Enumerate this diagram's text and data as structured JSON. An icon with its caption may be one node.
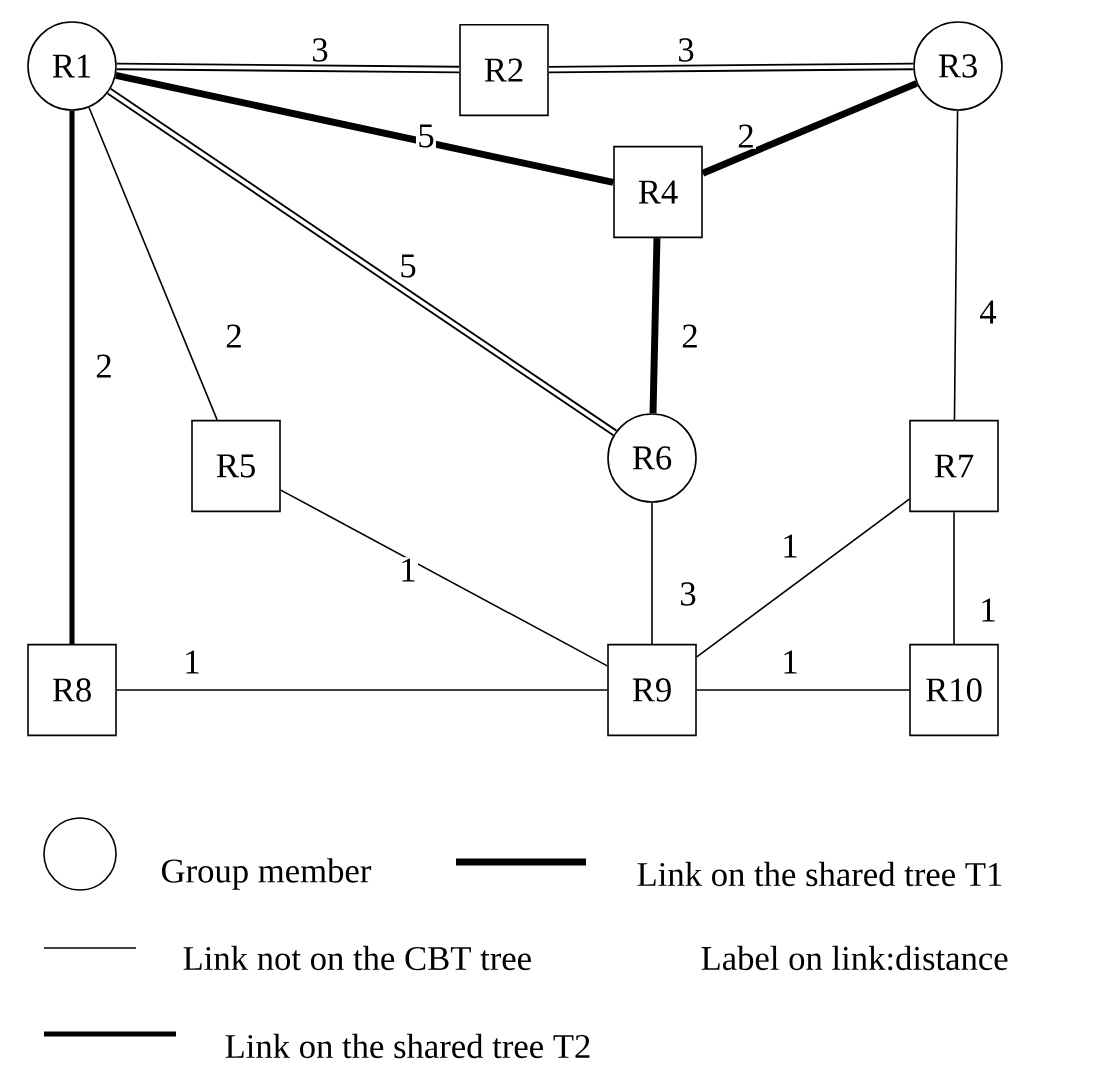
{
  "diagram": {
    "nodes": [
      {
        "text": [
          "R1"
        ]
      },
      {
        "text": [
          "R2"
        ]
      },
      {
        "text": [
          "R3"
        ]
      },
      {
        "text": [
          "R4"
        ]
      },
      {
        "text": [
          "R5"
        ]
      },
      {
        "text": [
          "R6"
        ]
      },
      {
        "text": [
          "R7"
        ]
      },
      {
        "text": [
          "R8"
        ]
      },
      {
        "text": [
          "R9"
        ]
      },
      {
        "text": [
          "R10"
        ]
      }
    ],
    "edges": [
      {
        "from": 0,
        "to": 1,
        "arrow": "none",
        "label": "3",
        "style": "thick"
      },
      {
        "from": 1,
        "to": 2,
        "arrow": "none",
        "label": "3",
        "style": "thick"
      },
      {
        "from": 0,
        "to": 3,
        "arrow": "none",
        "label": "5",
        "style": "thick"
      },
      {
        "from": 3,
        "to": 2,
        "arrow": "none",
        "label": "2",
        "style": "thick"
      },
      {
        "from": 0,
        "to": 5,
        "arrow": "none",
        "label": "5",
        "style": "thick"
      },
      {
        "from": 0,
        "to": 4,
        "arrow": "none",
        "label": "2"
      },
      {
        "from": 0,
        "to": 7,
        "arrow": "none",
        "label": "2",
        "style": "thick"
      },
      {
        "from": 3,
        "to": 5,
        "arrow": "none",
        "label": "2",
        "style": "thick"
      },
      {
        "from": 2,
        "to": 6,
        "arrow": "none",
        "label": "4"
      },
      {
        "from": 4,
        "to": 8,
        "arrow": "none",
        "label": "1"
      },
      {
        "from": 5,
        "to": 8,
        "arrow": "none",
        "label": "3"
      },
      {
        "from": 6,
        "to": 8,
        "arrow": "none",
        "label": "1"
      },
      {
        "from": 6,
        "to": 9,
        "arrow": "none",
        "label": "1"
      },
      {
        "from": 7,
        "to": 8,
        "arrow": "none",
        "label": "1"
      },
      {
        "from": 8,
        "to": 9,
        "arrow": "none",
        "label": "1"
      }
    ],
    "labels": [
      "Label on link:distance"
    ],
    "legend": [
      {
        "text": "Group member"
      },
      {
        "text": "Link on the shared tree T1"
      },
      {
        "text": "Link not on the CBT tree"
      },
      {
        "text": "Link on the shared tree T2"
      }
    ]
  }
}
